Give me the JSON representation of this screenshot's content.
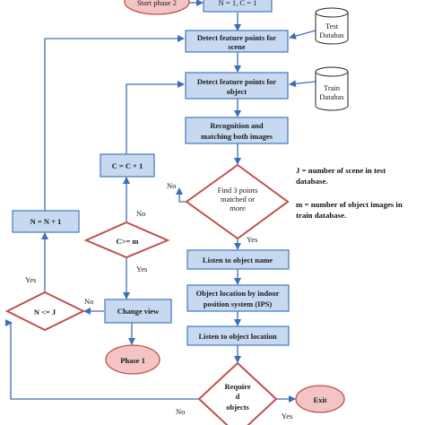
{
  "colors": {
    "process_fill": "#c6d9f1",
    "process_stroke": "#4f81bd",
    "decision_stroke": "#c0504d",
    "terminal_fill": "#f2c4c4",
    "terminal_stroke": "#c0504d",
    "edge": "#3d6fb6",
    "db_stroke": "#222222"
  },
  "nodes": {
    "start": "Start phase 2",
    "init": "N = 1, C = 1",
    "detect_scene_1": "Detect feature points for",
    "detect_scene_2": "scene",
    "detect_object_1": "Detect feature points for",
    "detect_object_2": "object",
    "recognition_1": "Recognition and",
    "recognition_2": "matching both images",
    "find_points_1": "Find 3 points",
    "find_points_2": "matched or",
    "find_points_3": "more",
    "c_increment": "C = C + 1",
    "c_check": "C>= m",
    "n_increment": "N = N + 1",
    "n_check": "N <= J",
    "change_view": "Change view",
    "phase1": "Phase 1",
    "listen_name": "Listen to object name",
    "location_1": "Object location by indoor",
    "location_2": "position system (IPS)",
    "listen_location": "Listen to object location",
    "required_1": "Require",
    "required_2": "d",
    "required_3": "objects",
    "exit": "Exit"
  },
  "databases": {
    "test_1": "Test",
    "test_2": "Databas",
    "train_1": "Train",
    "train_2": "Databas"
  },
  "edge_labels": {
    "find_no": "No",
    "find_yes": "Yes",
    "c_no": "No",
    "c_yes": "Yes",
    "n_yes": "Yes",
    "n_no": "No",
    "req_no": "No",
    "req_yes": "Yes"
  },
  "legend": {
    "j_line1": "J = number of scene in test",
    "j_line2": "database.",
    "m_line1": "m = number of object images in",
    "m_line2": "train database."
  }
}
